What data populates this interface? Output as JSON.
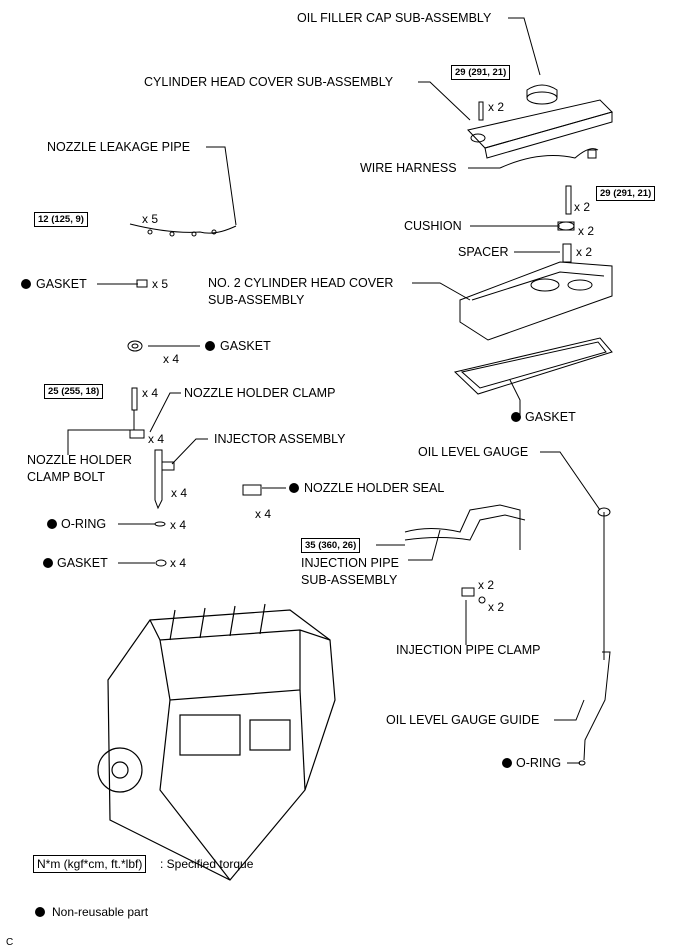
{
  "labels": {
    "oil_filler_cap": "OIL FILLER CAP SUB-ASSEMBLY",
    "cylinder_head_cover": "CYLINDER HEAD COVER SUB-ASSEMBLY",
    "nozzle_leakage_pipe": "NOZZLE LEAKAGE PIPE",
    "wire_harness": "WIRE HARNESS",
    "cushion": "CUSHION",
    "spacer": "SPACER",
    "no2_cover_line1": "NO. 2 CYLINDER HEAD COVER",
    "no2_cover_line2": "SUB-ASSEMBLY",
    "gasket_leak": "GASKET",
    "gasket_top": "GASKET",
    "nozzle_holder_clamp": "NOZZLE HOLDER CLAMP",
    "gasket_cover": "GASKET",
    "injector_assembly": "INJECTOR ASSEMBLY",
    "nozzle_clamp_bolt_line1": "NOZZLE HOLDER",
    "nozzle_clamp_bolt_line2": "CLAMP BOLT",
    "oil_level_gauge": "OIL LEVEL GAUGE",
    "nozzle_holder_seal": "NOZZLE HOLDER SEAL",
    "o_ring_left": "O-RING",
    "gasket_bottom": "GASKET",
    "injection_pipe_line1": "INJECTION PIPE",
    "injection_pipe_line2": "SUB-ASSEMBLY",
    "injection_pipe_clamp": "INJECTION PIPE CLAMP",
    "oil_level_gauge_guide": "OIL LEVEL GAUGE GUIDE",
    "o_ring_right": "O-RING"
  },
  "torques": {
    "cover_bolt": "29 (291, 21)",
    "cover_bolt_2": "29 (291, 21)",
    "leakage_pipe": "12 (125, 9)",
    "clamp_bolt": "25 (255, 18)",
    "injection_pipe": "35 (360, 26)"
  },
  "quantities": {
    "cover_bolt": "x 2",
    "leakage_bolt": "x 5",
    "leak_gasket": "x 5",
    "cover2_bolt": "x 2",
    "cushion": "x 2",
    "spacer": "x 2",
    "gasket_top": "x 4",
    "clamp_bolt": "x 4",
    "clamp": "x 4",
    "injector": "x 4",
    "seal": "x 4",
    "o_ring": "x 4",
    "gasket_bottom": "x 4",
    "pipe_clamp": "x 2",
    "pipe_nut": "x 2"
  },
  "legend": {
    "torque_box": "N*m (kgf*cm, ft.*lbf)",
    "torque_text": ": Specified torque",
    "nonreusable": "Non-reusable part"
  },
  "footer_code": "C"
}
